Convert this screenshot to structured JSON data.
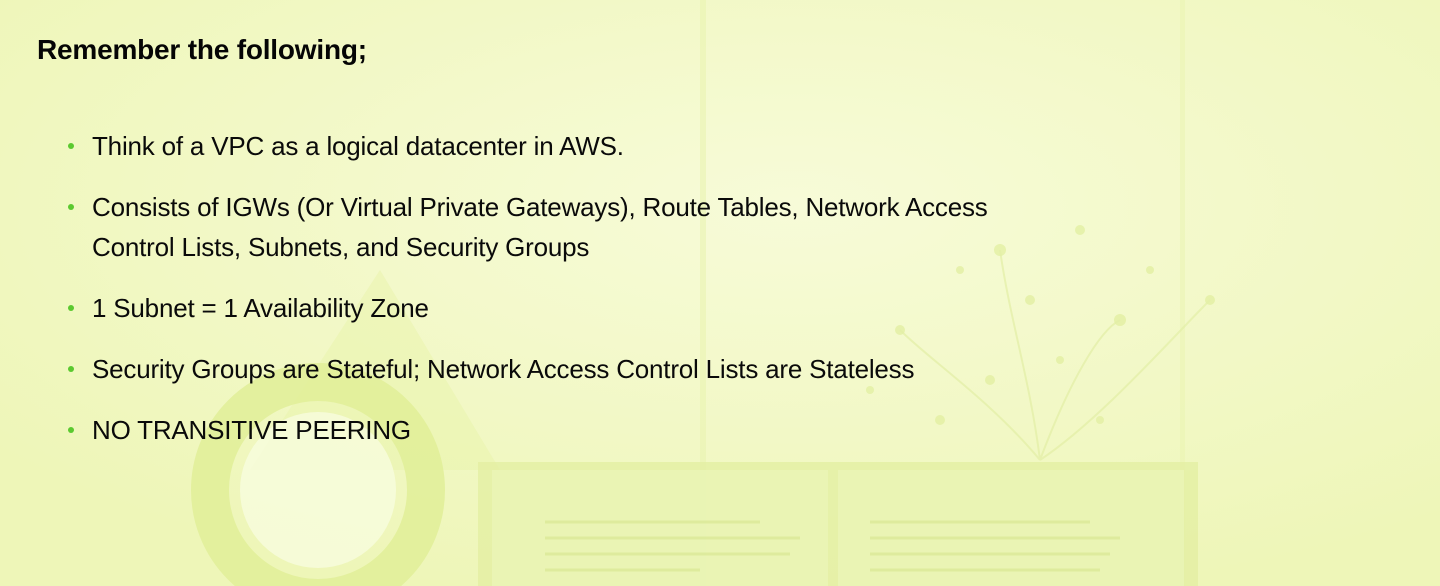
{
  "slide": {
    "title": "Remember the following;",
    "bullets": [
      "Think of a VPC as a logical datacenter in AWS.",
      "Consists of IGWs (Or Virtual Private Gateways), Route Tables, Network Access Control Lists, Subnets, and Security Groups",
      "1 Subnet = 1 Availability Zone",
      "Security Groups are Stateful; Network Access Control Lists are Stateless",
      "NO TRANSITIVE PEERING"
    ]
  },
  "colors": {
    "background": "#f3f9c8",
    "bullet_accent": "#5bc92f",
    "text": "#0a0a0a"
  }
}
